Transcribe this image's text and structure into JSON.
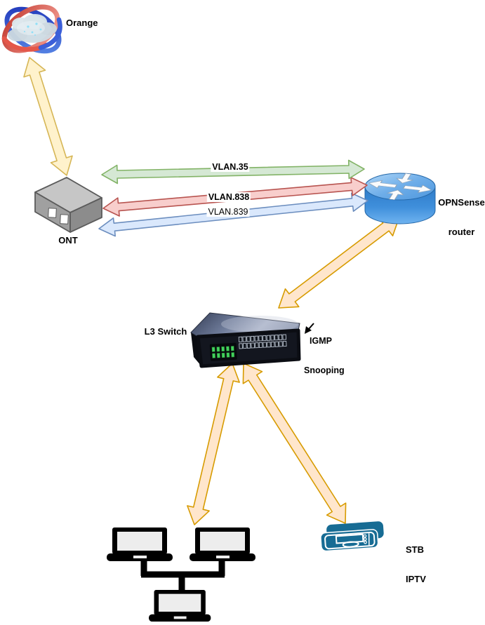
{
  "diagram": {
    "nodes": {
      "internet": {
        "label": "Orange",
        "type": "internet-cloud"
      },
      "ont": {
        "label": "ONT",
        "type": "optical-network-terminal"
      },
      "router": {
        "label": "OPNSense router",
        "label_line1": "OPNSense",
        "label_line2": "router",
        "type": "router"
      },
      "switch": {
        "label": "L3 Switch",
        "type": "24-port-switch",
        "annotation": "IGMP Snooping",
        "annotation_line1": "IGMP",
        "annotation_line2": "Snooping"
      },
      "stb": {
        "label": "STB IPTV",
        "label_line1": "STB",
        "label_line2": "IPTV",
        "type": "set-top-box"
      },
      "lan_pcs": {
        "type": "laptop-group",
        "laptop_count": 3
      }
    },
    "links": [
      {
        "from": "internet",
        "to": "ont",
        "label": "",
        "style": "yellow",
        "bidirectional": true
      },
      {
        "from": "ont",
        "to": "router",
        "label": "VLAN.35",
        "style": "green",
        "bidirectional": true
      },
      {
        "from": "ont",
        "to": "router",
        "label": "VLAN.838",
        "style": "red",
        "bidirectional": true
      },
      {
        "from": "ont",
        "to": "router",
        "label": "VLAN.839",
        "style": "blue",
        "bidirectional": true
      },
      {
        "from": "router",
        "to": "switch",
        "label": "",
        "style": "orange",
        "bidirectional": true
      },
      {
        "from": "switch",
        "to": "lan_pcs",
        "label": "",
        "style": "orange",
        "bidirectional": true
      },
      {
        "from": "switch",
        "to": "stb",
        "label": "",
        "style": "orange",
        "bidirectional": true
      }
    ],
    "link_labels": {
      "vlan35": "VLAN.35",
      "vlan838": "VLAN.838",
      "vlan839": "VLAN.839"
    }
  },
  "colors": {
    "canvas_bg": "#FFFFFF",
    "label_text": "#000000",
    "vlan35_fill": "#D5E8D4",
    "vlan35_stroke": "#82B366",
    "vlan838_fill": "#F8CECC",
    "vlan838_stroke": "#B85450",
    "vlan839_fill": "#DAE8FC",
    "vlan839_stroke": "#6C8EBF",
    "wan_arrow_fill": "#FFF2CC",
    "wan_arrow_stroke": "#D6B656",
    "lan_arrow_fill": "#FFE6CC",
    "lan_arrow_stroke": "#D79B00",
    "router_blue": "#3D8BD4",
    "stb_blue": "#176C94",
    "switch_dark": "#13161F",
    "led_green": "#43D15C"
  }
}
